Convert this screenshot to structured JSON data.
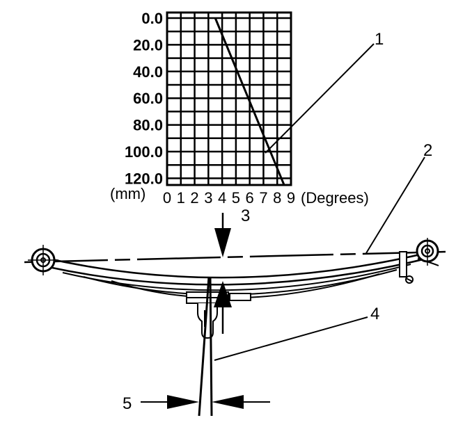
{
  "chart_data": {
    "type": "line",
    "y_ticks": [
      "0.0",
      "20.0",
      "40.0",
      "60.0",
      "80.0",
      "100.0",
      "120.0"
    ],
    "x_ticks": [
      "0",
      "1",
      "2",
      "3",
      "4",
      "5",
      "6",
      "7",
      "8",
      "9"
    ],
    "y_unit": "(mm)",
    "x_unit": "(Degrees)",
    "xlim": [
      0,
      9
    ],
    "ylim": [
      0,
      120
    ],
    "y_inverted": true,
    "grid": true,
    "series": [
      {
        "x": [
          3.5,
          8.5
        ],
        "y": [
          0,
          130
        ]
      }
    ]
  },
  "callouts": [
    "1",
    "2",
    "3",
    "4",
    "5"
  ]
}
